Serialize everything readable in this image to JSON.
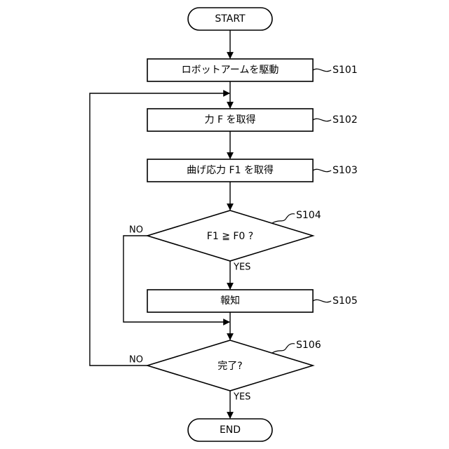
{
  "flowchart": {
    "start": {
      "label": "START"
    },
    "end": {
      "label": "END"
    },
    "steps": [
      {
        "id": "S101",
        "label": "ロボットアームを駆動"
      },
      {
        "id": "S102",
        "label": "力 F を取得"
      },
      {
        "id": "S103",
        "label": "曲げ応力 F1 を取得"
      },
      {
        "id": "S104",
        "label": "F1 ≧ F0 ?",
        "yes": "YES",
        "no": "NO"
      },
      {
        "id": "S105",
        "label": "報知"
      },
      {
        "id": "S106",
        "label": "完了?",
        "yes": "YES",
        "no": "NO"
      }
    ]
  }
}
